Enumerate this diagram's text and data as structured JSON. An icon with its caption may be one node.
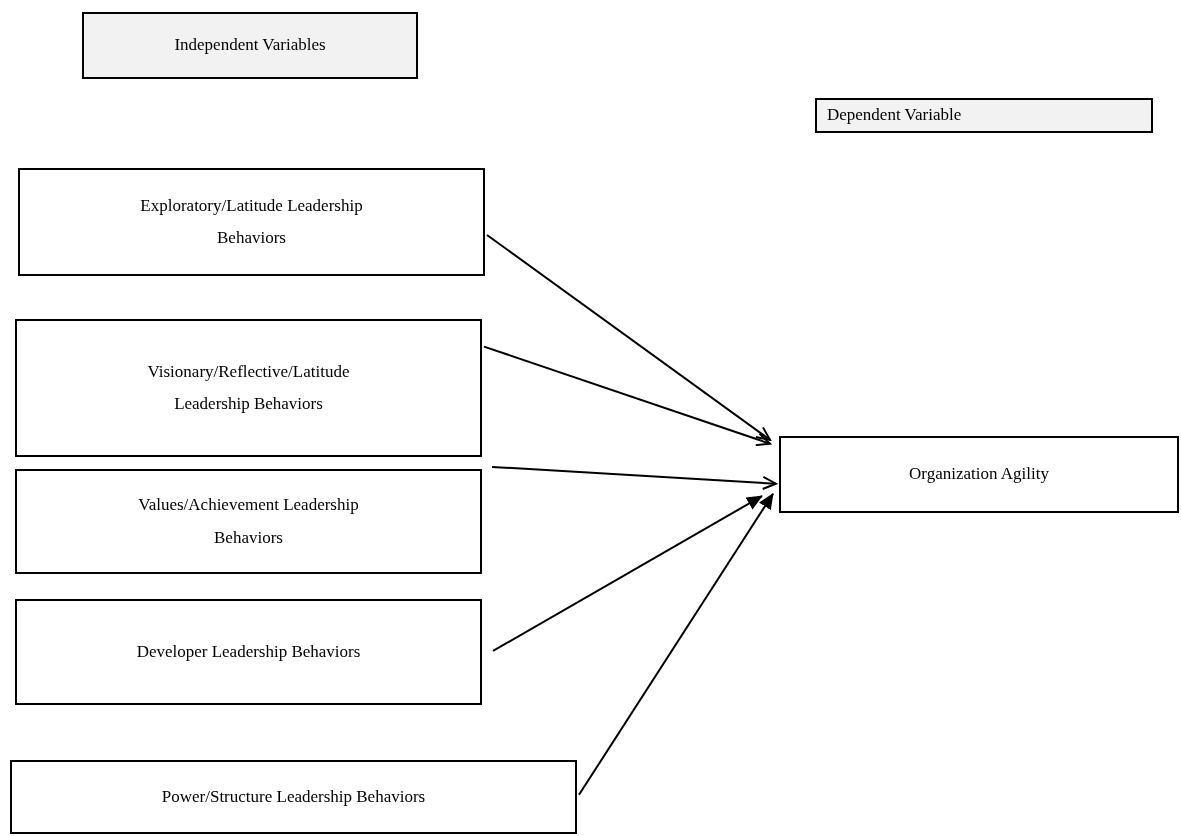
{
  "diagram": {
    "nodes": [
      {
        "text": [
          "Independent Variables"
        ]
      },
      {
        "text": [
          "Dependent Variable"
        ]
      },
      {
        "text": [
          "Exploratory/Latitude Leadership Behaviors"
        ]
      },
      {
        "text": [
          "Visionary/Reflective/Latitude Leadership Behaviors"
        ]
      },
      {
        "text": [
          "Values/Achievement Leadership Behaviors"
        ]
      },
      {
        "text": [
          "Developer Leadership Behaviors"
        ]
      },
      {
        "text": [
          "Power/Structure Leadership Behaviors"
        ]
      },
      {
        "text": [
          "Organization Agility"
        ]
      }
    ],
    "edges": [
      {
        "from": 2,
        "to": 7,
        "arrow": "to"
      },
      {
        "from": 3,
        "to": 7,
        "arrow": "to"
      },
      {
        "from": 4,
        "to": 7,
        "arrow": "to"
      },
      {
        "from": 5,
        "to": 7,
        "arrow": "to"
      },
      {
        "from": 6,
        "to": 7,
        "arrow": "to"
      }
    ]
  }
}
